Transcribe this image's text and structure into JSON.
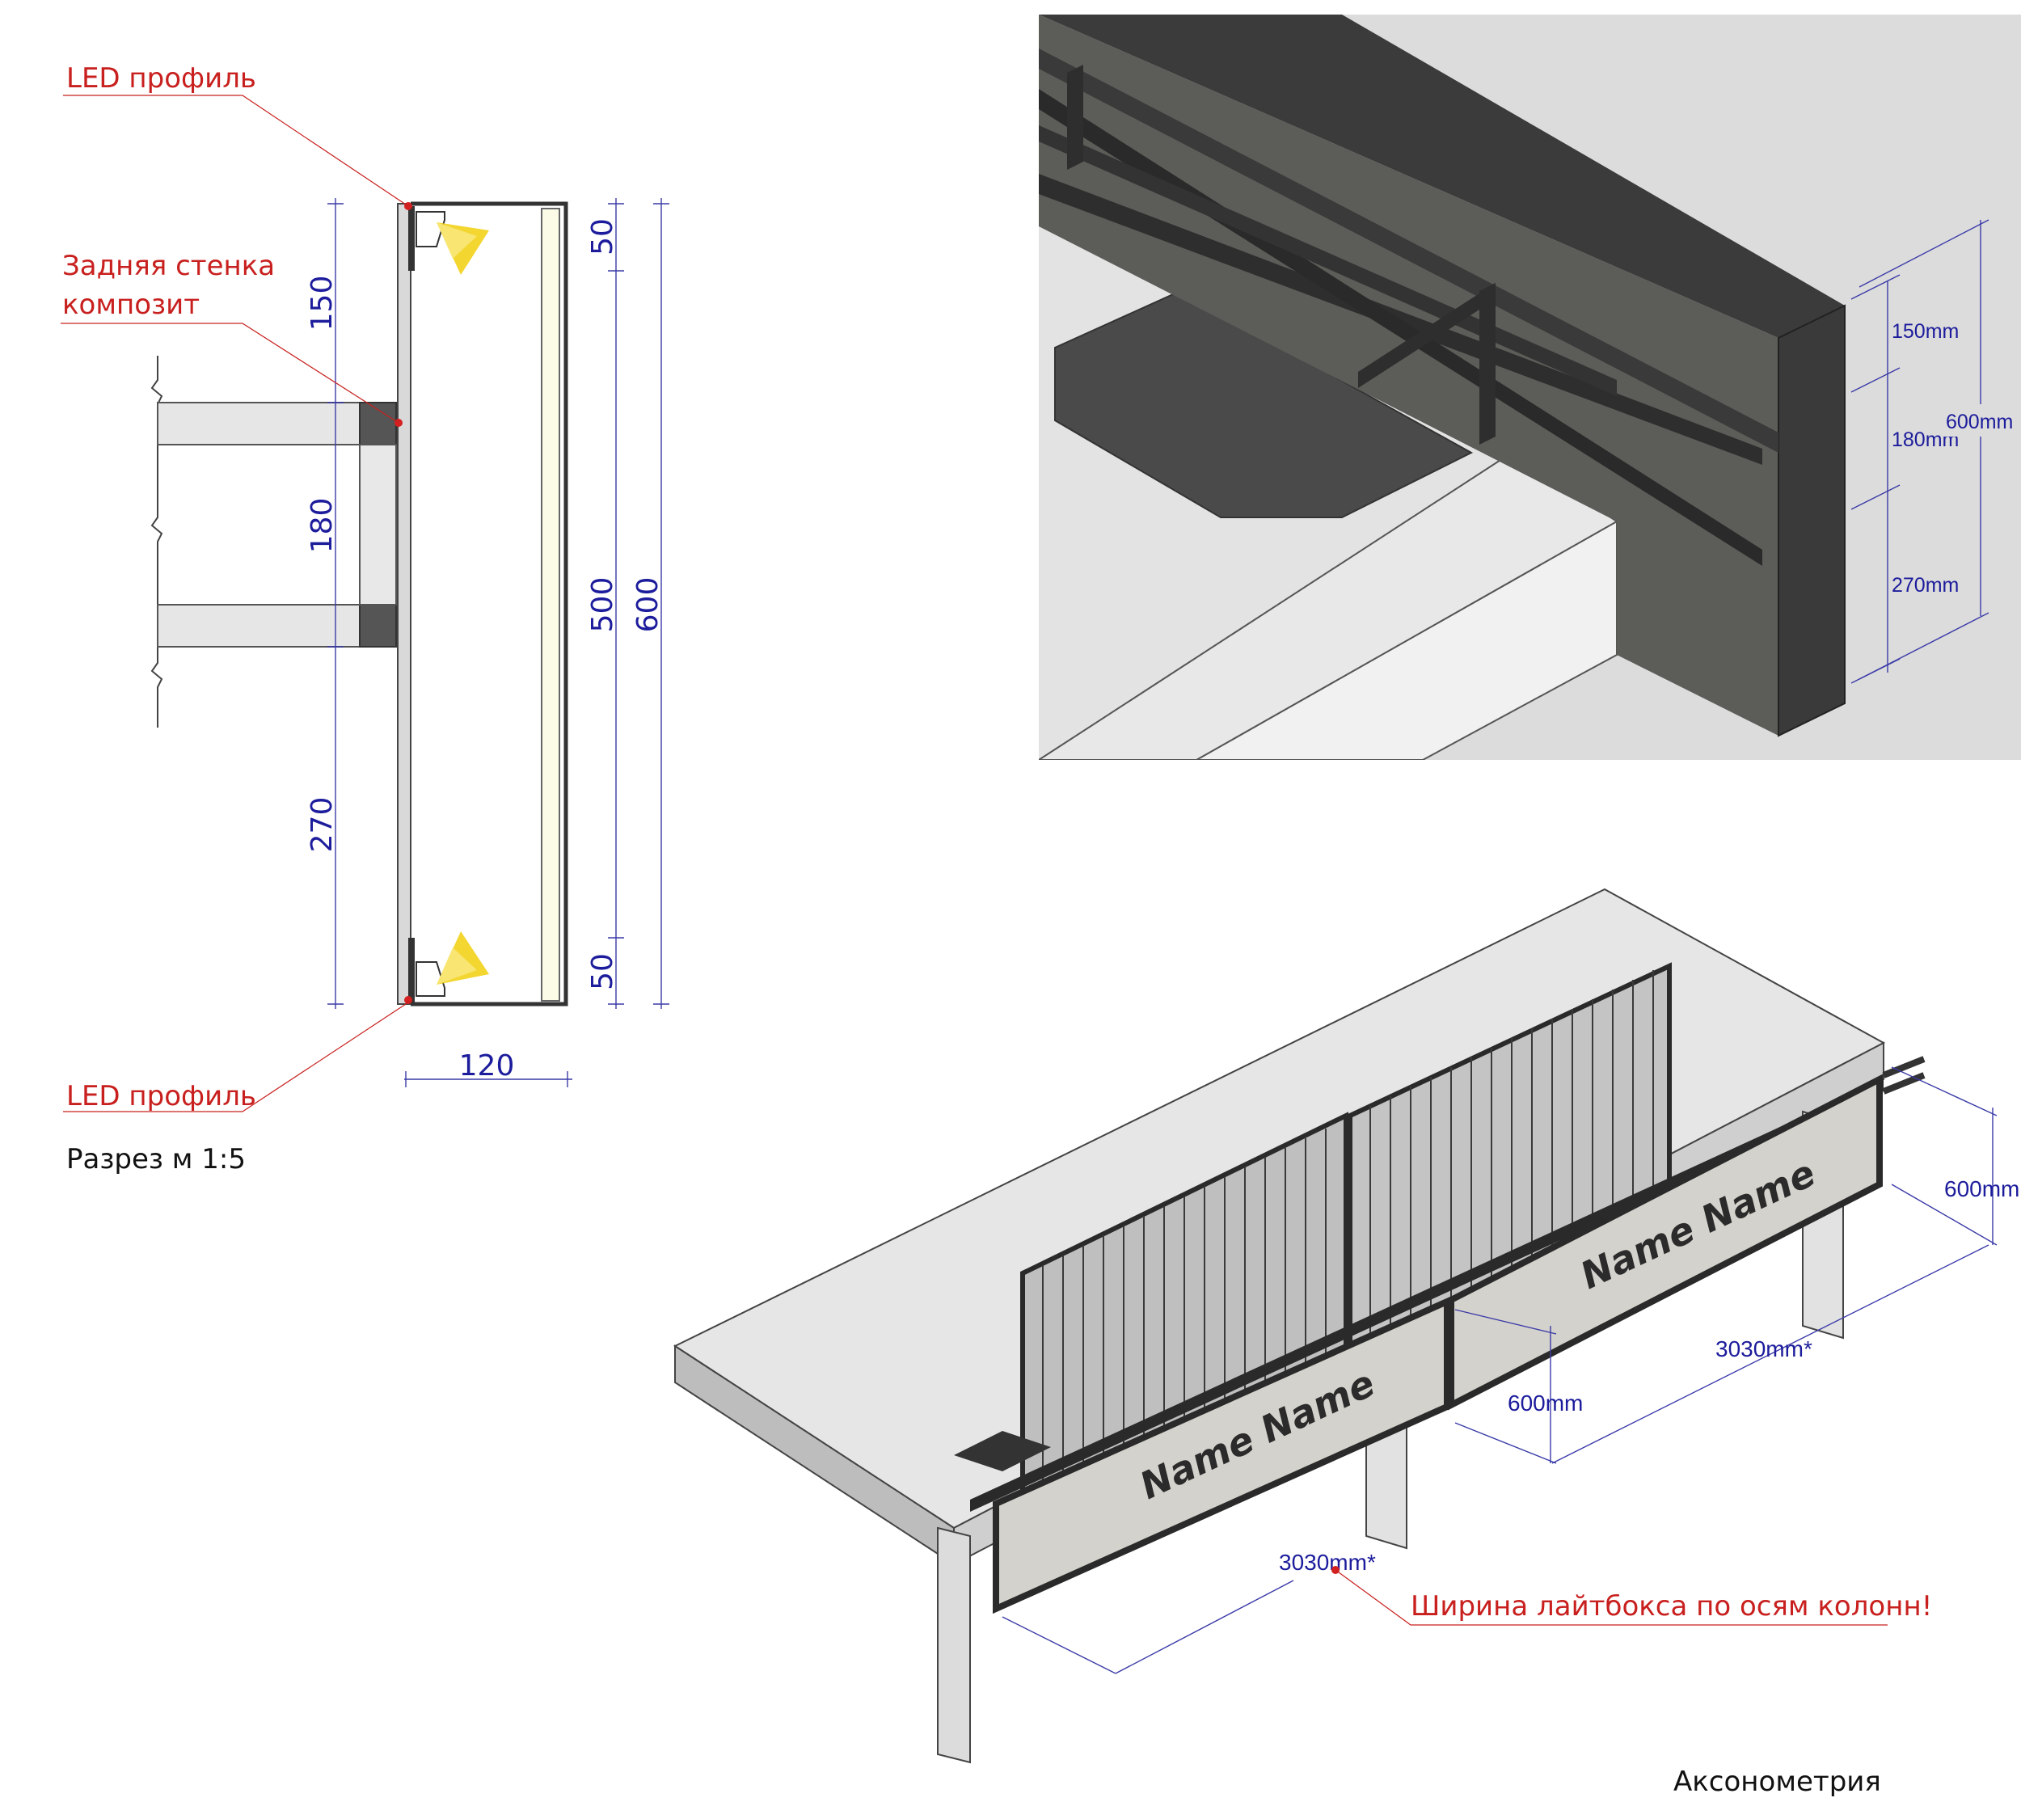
{
  "section": {
    "led_top_label": "LED профиль",
    "back_wall_label_line1": "Задняя стенка",
    "back_wall_label_line2": "композит",
    "led_bottom_label": "LED профиль",
    "caption": "Разрез м 1:5",
    "dims": {
      "d150": "150",
      "d180": "180",
      "d270": "270",
      "d50_top": "50",
      "d500": "500",
      "d50_bottom": "50",
      "d600": "600",
      "d120": "120"
    }
  },
  "detail_view": {
    "dims": {
      "d150": "150mm",
      "d180": "180mm",
      "d270": "270mm",
      "d600": "600mm"
    }
  },
  "axonometry": {
    "caption": "Аксонометрия",
    "sign_text_1": "Name Name",
    "sign_text_2": "Name Name",
    "dims": {
      "height_right": "600mm",
      "height_mid": "600mm",
      "width_right": "3030mm*",
      "width_left": "3030mm*"
    },
    "note": "Ширина лайтбокса по осям колонн!"
  },
  "colors": {
    "label_red": "#c8201e",
    "dim_blue": "#1c1c9c",
    "led_yellow": "#f2d21a",
    "frame_dark": "#3b3b3b"
  }
}
